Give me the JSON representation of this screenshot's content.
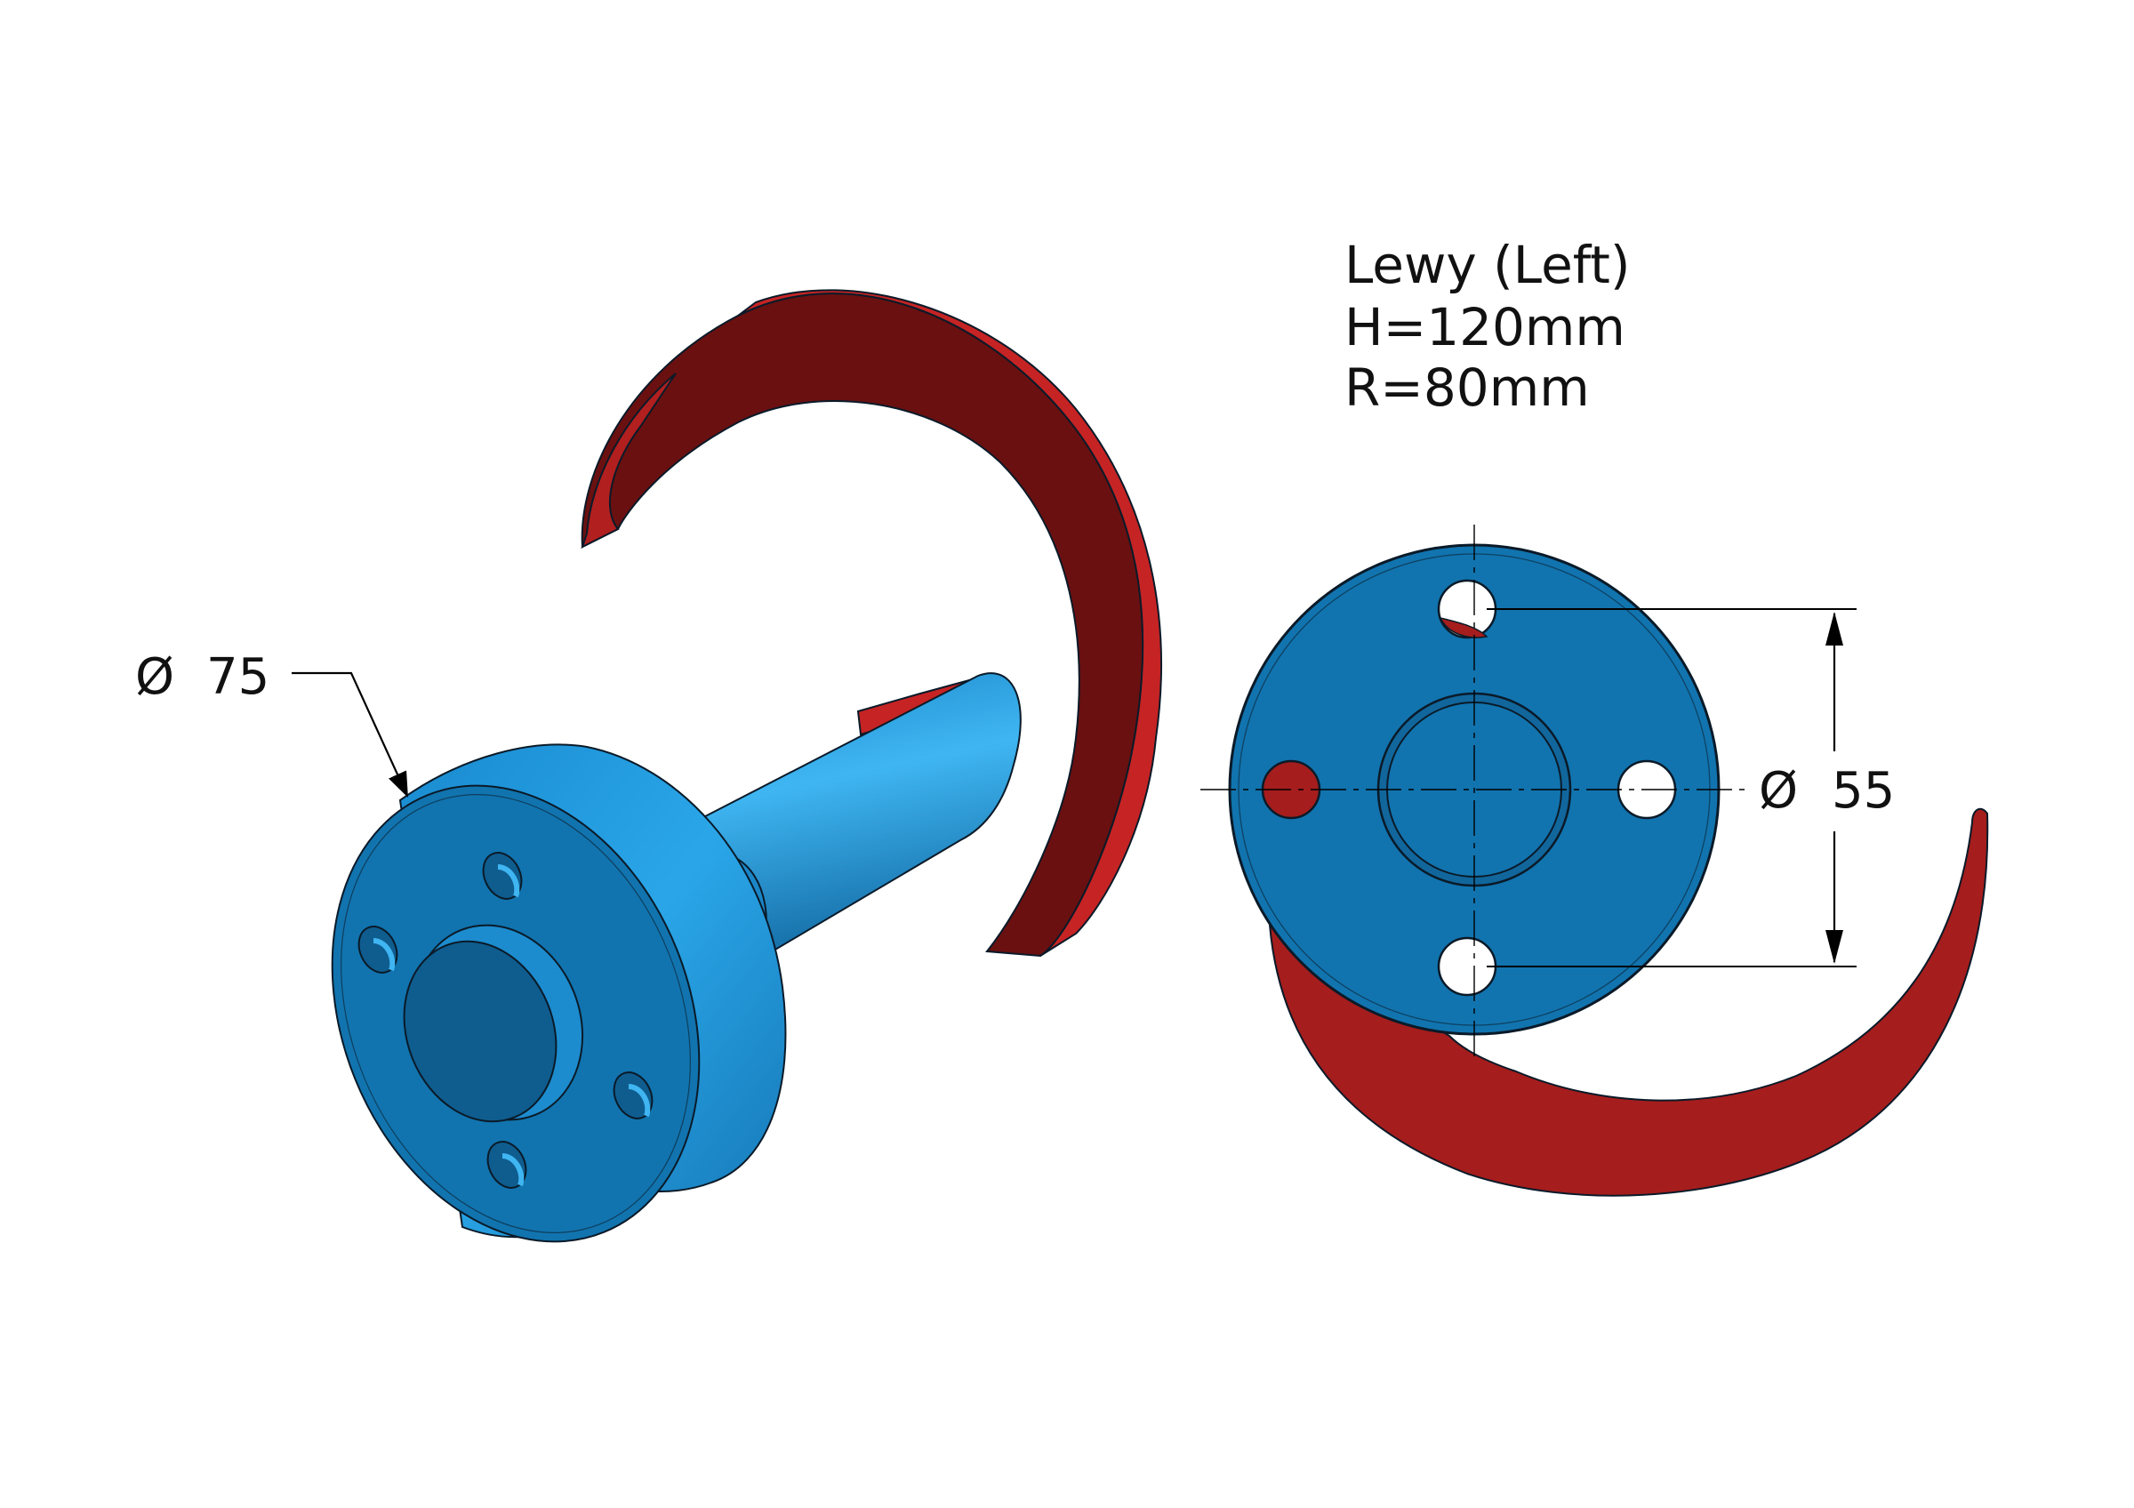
{
  "title_block": {
    "line1": "Lewy (Left)",
    "line2": "H=120mm",
    "line3": "R=80mm"
  },
  "dimensions": {
    "left_diameter": {
      "symbol": "Ø",
      "value": "75"
    },
    "right_diameter": {
      "symbol": "Ø",
      "value": "55"
    }
  },
  "colors": {
    "blade": "#C62424",
    "blade_dark": "#6A1010",
    "blade_flat": "#A51D1D",
    "hub": "#1C8FD0",
    "hub_face": "#0F5C8E",
    "hub_front": "#1274AE",
    "outline": "#0A1A28"
  }
}
